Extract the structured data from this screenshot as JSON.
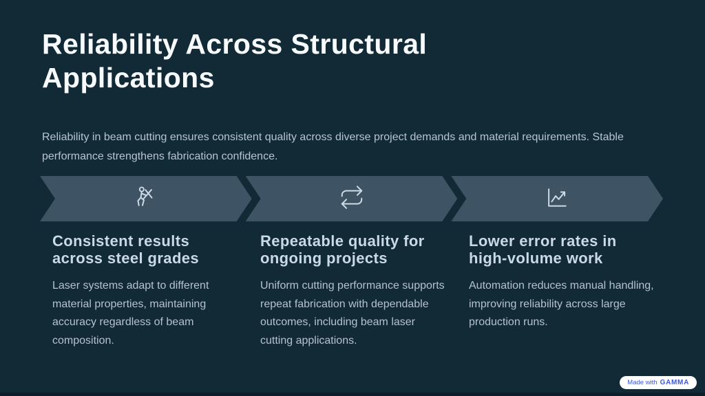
{
  "slide": {
    "title_lines": [
      "Reliability Across Structural",
      "Applications"
    ],
    "intro_lines": [
      "Reliability in beam cutting ensures consistent quality across diverse project demands and material requirements. Stable",
      "performance strengthens fabrication confidence."
    ],
    "columns": [
      {
        "icon": "fencing-person-icon",
        "heading_lines": [
          "Consistent results",
          "across steel grades"
        ],
        "body_lines": [
          "Laser systems adapt to different",
          "material properties, maintaining",
          "accuracy regardless of beam",
          "composition."
        ]
      },
      {
        "icon": "repeat-icon",
        "heading_lines": [
          "Repeatable quality for",
          "ongoing projects"
        ],
        "body_lines": [
          "Uniform cutting performance supports",
          "repeat fabrication with dependable",
          "outcomes, including beam laser",
          "cutting applications."
        ]
      },
      {
        "icon": "line-chart-icon",
        "heading_lines": [
          "Lower error rates in",
          "high-volume work"
        ],
        "body_lines": [
          "Automation reduces manual handling,",
          "improving reliability across large",
          "production runs.",
          ""
        ]
      }
    ],
    "badge": {
      "prefix": "Made with",
      "brand": "GAMMA"
    },
    "colors": {
      "background": "#122936",
      "arrow_banner": "#3e5465",
      "title_text": "#f8fbfd",
      "heading_text": "#c9dae6",
      "body_text": "#b4c3ce",
      "icon_stroke": "#cddbe5",
      "badge_background": "#ffffff",
      "badge_text": "#3d56dd",
      "bottom_bar": "#0c1e2a"
    }
  }
}
